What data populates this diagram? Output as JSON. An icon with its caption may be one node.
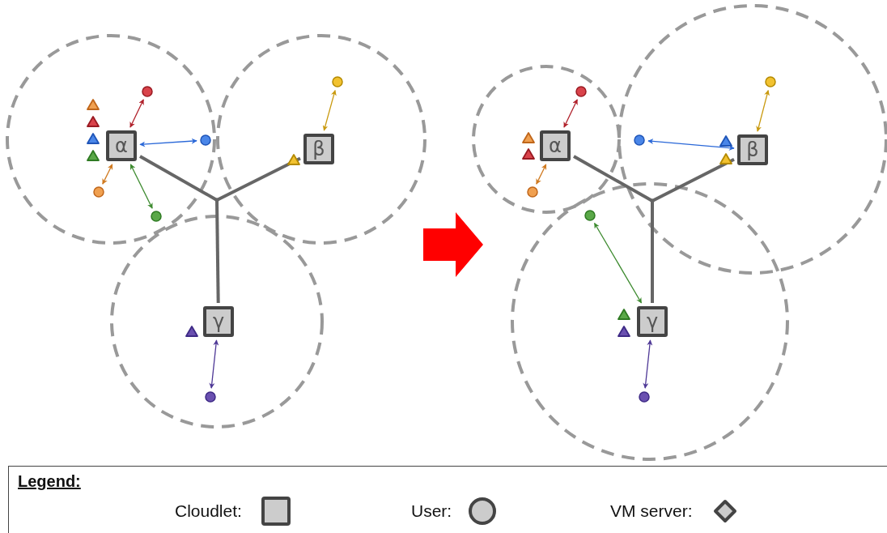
{
  "diagram": {
    "nodes": [
      {
        "text": [
          "α"
        ]
      },
      {
        "text": [
          "β"
        ]
      },
      {
        "text": [
          "γ"
        ]
      },
      {
        "text": [],
        "shape": "junction"
      },
      {
        "text": [],
        "shape": "circle"
      },
      {
        "text": [],
        "shape": "circle"
      },
      {
        "text": [],
        "shape": "circle"
      },
      {
        "text": [],
        "shape": "circle"
      },
      {
        "text": [],
        "shape": "circle"
      },
      {
        "text": [],
        "shape": "circle"
      },
      {
        "text": [],
        "shape": "triangle"
      },
      {
        "text": [],
        "shape": "triangle"
      },
      {
        "text": [],
        "shape": "triangle"
      },
      {
        "text": [],
        "shape": "triangle"
      },
      {
        "text": [],
        "shape": "triangle"
      },
      {
        "text": [],
        "shape": "triangle"
      },
      {
        "text": [
          "α"
        ]
      },
      {
        "text": [
          "β"
        ]
      },
      {
        "text": [
          "γ"
        ]
      },
      {
        "text": [],
        "shape": "junction"
      },
      {
        "text": [],
        "shape": "circle"
      },
      {
        "text": [],
        "shape": "circle"
      },
      {
        "text": [],
        "shape": "circle"
      },
      {
        "text": [],
        "shape": "circle"
      },
      {
        "text": [],
        "shape": "circle"
      },
      {
        "text": [],
        "shape": "circle"
      },
      {
        "text": [],
        "shape": "triangle"
      },
      {
        "text": [],
        "shape": "triangle"
      },
      {
        "text": [],
        "shape": "triangle"
      },
      {
        "text": [],
        "shape": "triangle"
      },
      {
        "text": [],
        "shape": "triangle"
      },
      {
        "text": [],
        "shape": "triangle"
      }
    ],
    "edges": [
      {
        "from": 0,
        "to": 3,
        "arrow": "none",
        "style": "thick",
        "color": "#666666"
      },
      {
        "from": 1,
        "to": 3,
        "arrow": "none",
        "style": "thick",
        "color": "#666666"
      },
      {
        "from": 2,
        "to": 3,
        "arrow": "none",
        "style": "thick",
        "color": "#666666"
      },
      {
        "from": 4,
        "to": 0,
        "arrow": "both",
        "color": "#b0202a"
      },
      {
        "from": 5,
        "to": 0,
        "arrow": "both",
        "color": "#2a68d8"
      },
      {
        "from": 6,
        "to": 0,
        "arrow": "both",
        "color": "#d07a20"
      },
      {
        "from": 7,
        "to": 0,
        "arrow": "both",
        "color": "#3c8a2e"
      },
      {
        "from": 8,
        "to": 1,
        "arrow": "both",
        "color": "#c99a10"
      },
      {
        "from": 9,
        "to": 2,
        "arrow": "both",
        "color": "#4e3896"
      },
      {
        "from": 16,
        "to": 19,
        "arrow": "none",
        "style": "thick",
        "color": "#666666"
      },
      {
        "from": 17,
        "to": 19,
        "arrow": "none",
        "style": "thick",
        "color": "#666666"
      },
      {
        "from": 18,
        "to": 19,
        "arrow": "none",
        "style": "thick",
        "color": "#666666"
      },
      {
        "from": 20,
        "to": 16,
        "arrow": "both",
        "color": "#b0202a"
      },
      {
        "from": 21,
        "to": 17,
        "arrow": "both",
        "color": "#2a68d8"
      },
      {
        "from": 22,
        "to": 16,
        "arrow": "both",
        "color": "#d07a20"
      },
      {
        "from": 23,
        "to": 18,
        "arrow": "both",
        "color": "#3c8a2e"
      },
      {
        "from": 24,
        "to": 17,
        "arrow": "both",
        "color": "#c99a10"
      },
      {
        "from": 25,
        "to": 18,
        "arrow": "both",
        "color": "#4e3896"
      }
    ],
    "labels": [
      "Legend:"
    ],
    "legend": [
      {
        "text": "Cloudlet:"
      },
      {
        "text": "User:"
      },
      {
        "text": "VM server:"
      }
    ]
  }
}
